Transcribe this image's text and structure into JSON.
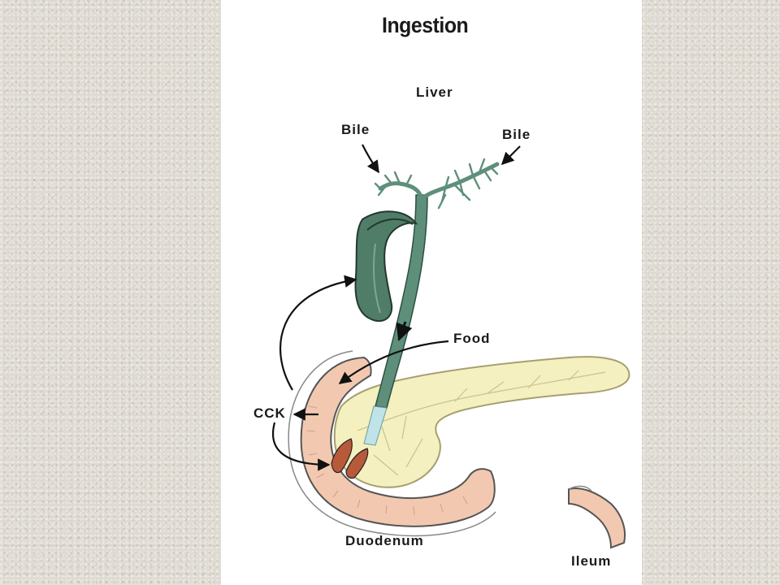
{
  "diagram": {
    "title": "Ingestion",
    "labels": {
      "liver": "Liver",
      "bile_left": "Bile",
      "bile_right": "Bile",
      "food": "Food",
      "cck": "CCK",
      "duodenum": "Duodenum",
      "ileum": "Ileum"
    },
    "colors": {
      "background": "#dedad2",
      "panel": "#ffffff",
      "bile_ducts": "#5e8f7a",
      "gallbladder": "#4f7d68",
      "pancreas": "#f4f0bf",
      "duodenum": "#f2c9b0",
      "sphincter": "#b75a3a",
      "arrows": "#111111"
    }
  }
}
